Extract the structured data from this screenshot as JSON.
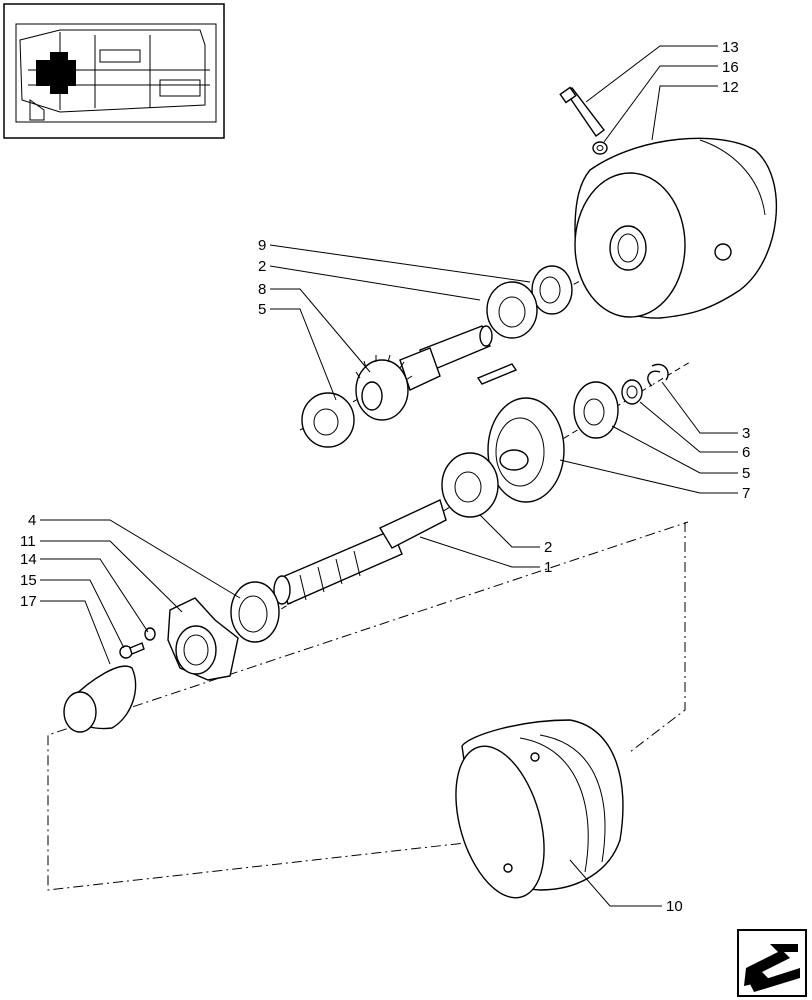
{
  "callouts": [
    {
      "id": "c13",
      "label": "13"
    },
    {
      "id": "c16",
      "label": "16"
    },
    {
      "id": "c12",
      "label": "12"
    },
    {
      "id": "c9",
      "label": "9"
    },
    {
      "id": "c2a",
      "label": "2"
    },
    {
      "id": "c8",
      "label": "8"
    },
    {
      "id": "c5a",
      "label": "5"
    },
    {
      "id": "c3",
      "label": "3"
    },
    {
      "id": "c6",
      "label": "6"
    },
    {
      "id": "c5b",
      "label": "5"
    },
    {
      "id": "c7",
      "label": "7"
    },
    {
      "id": "c2b",
      "label": "2"
    },
    {
      "id": "c1",
      "label": "1"
    },
    {
      "id": "c4",
      "label": "4"
    },
    {
      "id": "c11",
      "label": "11"
    },
    {
      "id": "c14",
      "label": "14"
    },
    {
      "id": "c15",
      "label": "15"
    },
    {
      "id": "c17",
      "label": "17"
    },
    {
      "id": "c10",
      "label": "10"
    }
  ],
  "icons": {
    "locator": "transmission-locator-thumbnail",
    "nav": "back-arrow-icon"
  }
}
